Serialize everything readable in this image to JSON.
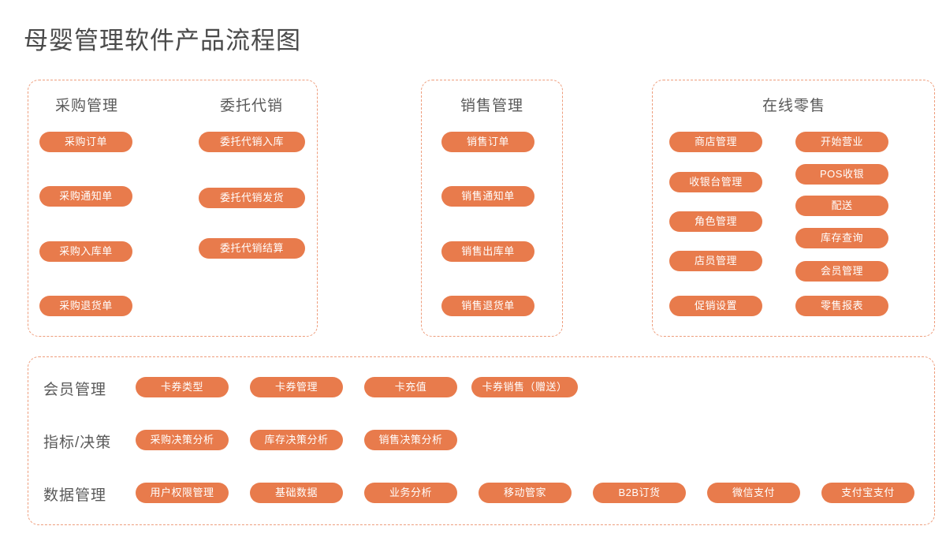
{
  "title": "母婴管理软件产品流程图",
  "theme": {
    "pill_fill": "#e87b4c",
    "pill_text": "#ffffff",
    "panel_border": "#ee9d7c",
    "heading_text": "#595959",
    "title_text": "#4a4a4a",
    "background": "#ffffff"
  },
  "panels": [
    {
      "id": "purchase",
      "columns": [
        {
          "header": "采购管理",
          "items": [
            "采购订单",
            "采购通知单",
            "采购入库单",
            "采购退货单"
          ]
        },
        {
          "header": "委托代销",
          "items": [
            "委托代销入库",
            "委托代销发货",
            "委托代销结算"
          ]
        }
      ]
    },
    {
      "id": "sales",
      "columns": [
        {
          "header": "销售管理",
          "items": [
            "销售订单",
            "销售通知单",
            "销售出库单",
            "销售退货单"
          ]
        }
      ]
    },
    {
      "id": "retail",
      "columns": [
        {
          "header": "在线零售",
          "items": [
            "商店管理",
            "收银台管理",
            "角色管理",
            "店员管理",
            "促销设置"
          ]
        },
        {
          "header": "",
          "items": [
            "开始营业",
            "POS收银",
            "配送",
            "库存查询",
            "会员管理",
            "零售报表"
          ]
        }
      ]
    }
  ],
  "bottom": {
    "rows": [
      {
        "label": "会员管理",
        "items": [
          "卡券类型",
          "卡券管理",
          "卡充值",
          "卡券销售（赠送）"
        ]
      },
      {
        "label": "指标/决策",
        "items": [
          "采购决策分析",
          "库存决策分析",
          "销售决策分析"
        ]
      },
      {
        "label": "数据管理",
        "items": [
          "用户权限管理",
          "基础数据",
          "业务分析",
          "移动管家",
          "B2B订货",
          "微信支付",
          "支付宝支付"
        ]
      }
    ]
  }
}
